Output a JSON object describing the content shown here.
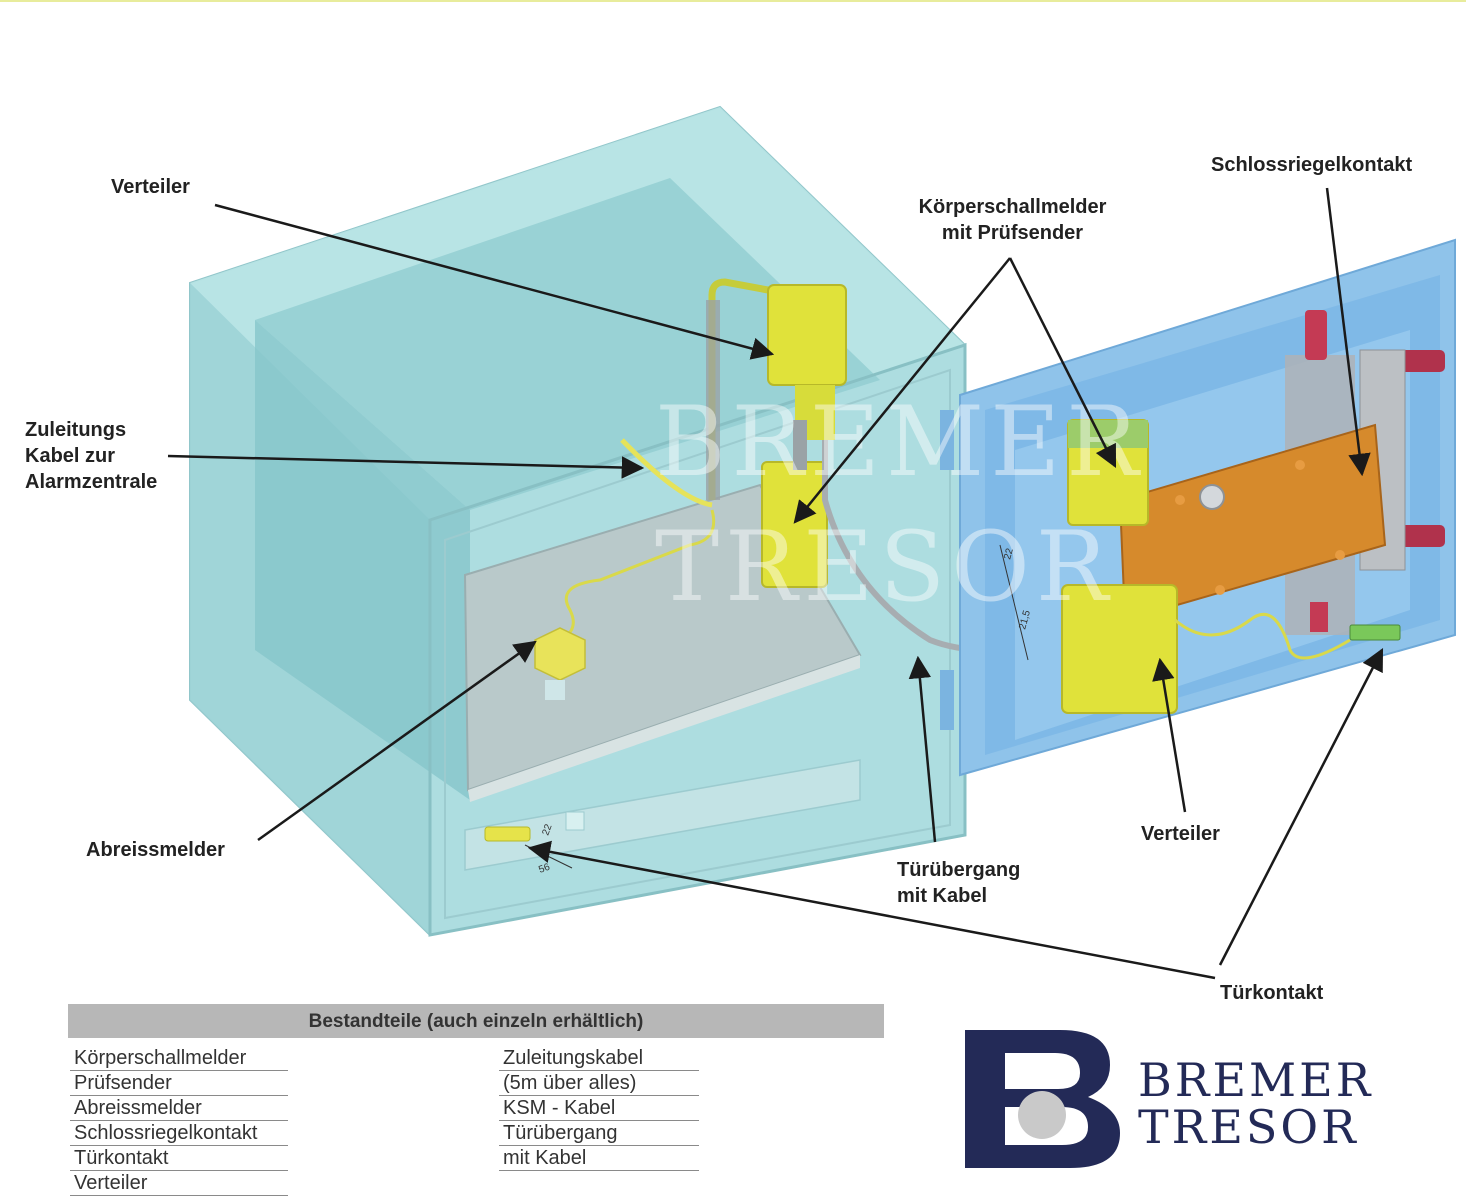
{
  "labels": {
    "verteiler_top": "Verteiler",
    "zuleitung": "Zuleitungs\nKabel zur\nAlarmzentrale",
    "abreissmelder": "Abreissmelder",
    "koerperschall": "Körperschallmelder\nmit Prüfsender",
    "schlossriegel": "Schlossriegelkontakt",
    "verteiler_door": "Verteiler",
    "tueruebergang": "Türübergang\nmit Kabel",
    "tuerkontakt": "Türkontakt"
  },
  "dimensions": {
    "width_mm": "56",
    "height_mm": "22",
    "door_dim_a": "22",
    "door_dim_b": "21,5"
  },
  "watermark": {
    "line1": "BREMER",
    "line2": "TRESOR"
  },
  "table": {
    "title": "Bestandteile (auch einzeln erhältlich)",
    "left_items": [
      "Körperschallmelder",
      "Prüfsender",
      "Abreissmelder",
      "Schlossriegelkontakt",
      "Türkontakt",
      "Verteiler"
    ],
    "right_items": [
      "Zuleitungskabel",
      "(5m über alles)",
      "KSM - Kabel",
      "Türübergang",
      "mit Kabel"
    ]
  },
  "brand": {
    "line1": "BREMER",
    "line2": "TRESOR"
  },
  "colors": {
    "safe_body": "#a9dcdf",
    "door": "#8fc3ea",
    "component_yellow": "#e0e23a",
    "bolt_orange": "#d68a2c",
    "brand_navy": "#232a57"
  }
}
